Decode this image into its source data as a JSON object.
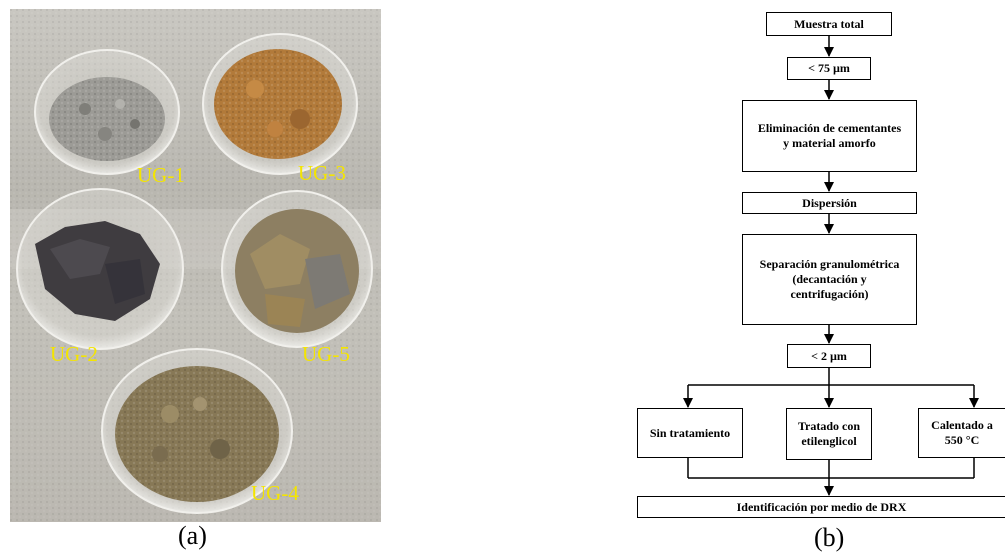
{
  "panel_a": {
    "caption": "(a)",
    "samples": [
      {
        "id": "ug1",
        "label": "UG-1"
      },
      {
        "id": "ug3",
        "label": "UG-3"
      },
      {
        "id": "ug2",
        "label": "UG-2"
      },
      {
        "id": "ug5",
        "label": "UG-5"
      },
      {
        "id": "ug4",
        "label": "UG-4"
      }
    ],
    "label_color": "#f4e500"
  },
  "panel_b": {
    "caption": "(b)",
    "steps": {
      "muestra_total": "Muestra total",
      "tamiz": "< 75 µm",
      "eliminacion": "Eliminación de cementantes y material amorfo",
      "dispersion": "Dispersión",
      "separacion_title": "Separación granulométrica",
      "separacion_detail": "(decantación y centrifugación)",
      "fraccion": "< 2 µm",
      "sin_tratamiento": "Sin tratamiento",
      "tratado": "Tratado con etilenglicol",
      "calentado_line1": "Calentado a",
      "calentado_line2": "550 °C",
      "identificacion": "Identificación por medio de DRX"
    }
  }
}
